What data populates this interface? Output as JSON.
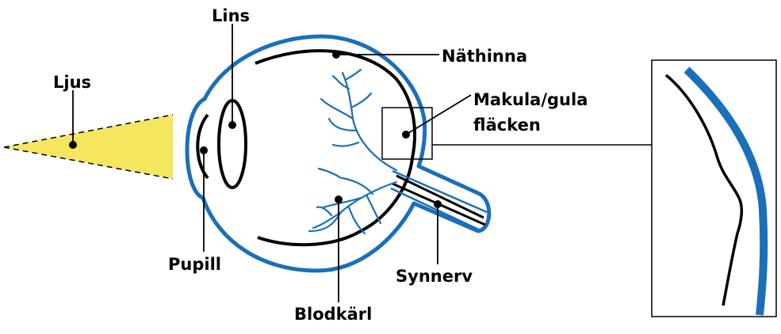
{
  "labels": {
    "lens": "Lins",
    "light": "Ljus",
    "retina": "Näthinna",
    "macula_line1": "Makula/gula",
    "macula_line2": "fläcken",
    "pupil": "Pupill",
    "optic_nerve": "Synnerv",
    "blood_vessels": "Blodkärl"
  },
  "colors": {
    "eye_outline": "#1a6fba",
    "vessels": "#1a6fba",
    "light_beam": "#f5e660",
    "ink": "#000000"
  }
}
